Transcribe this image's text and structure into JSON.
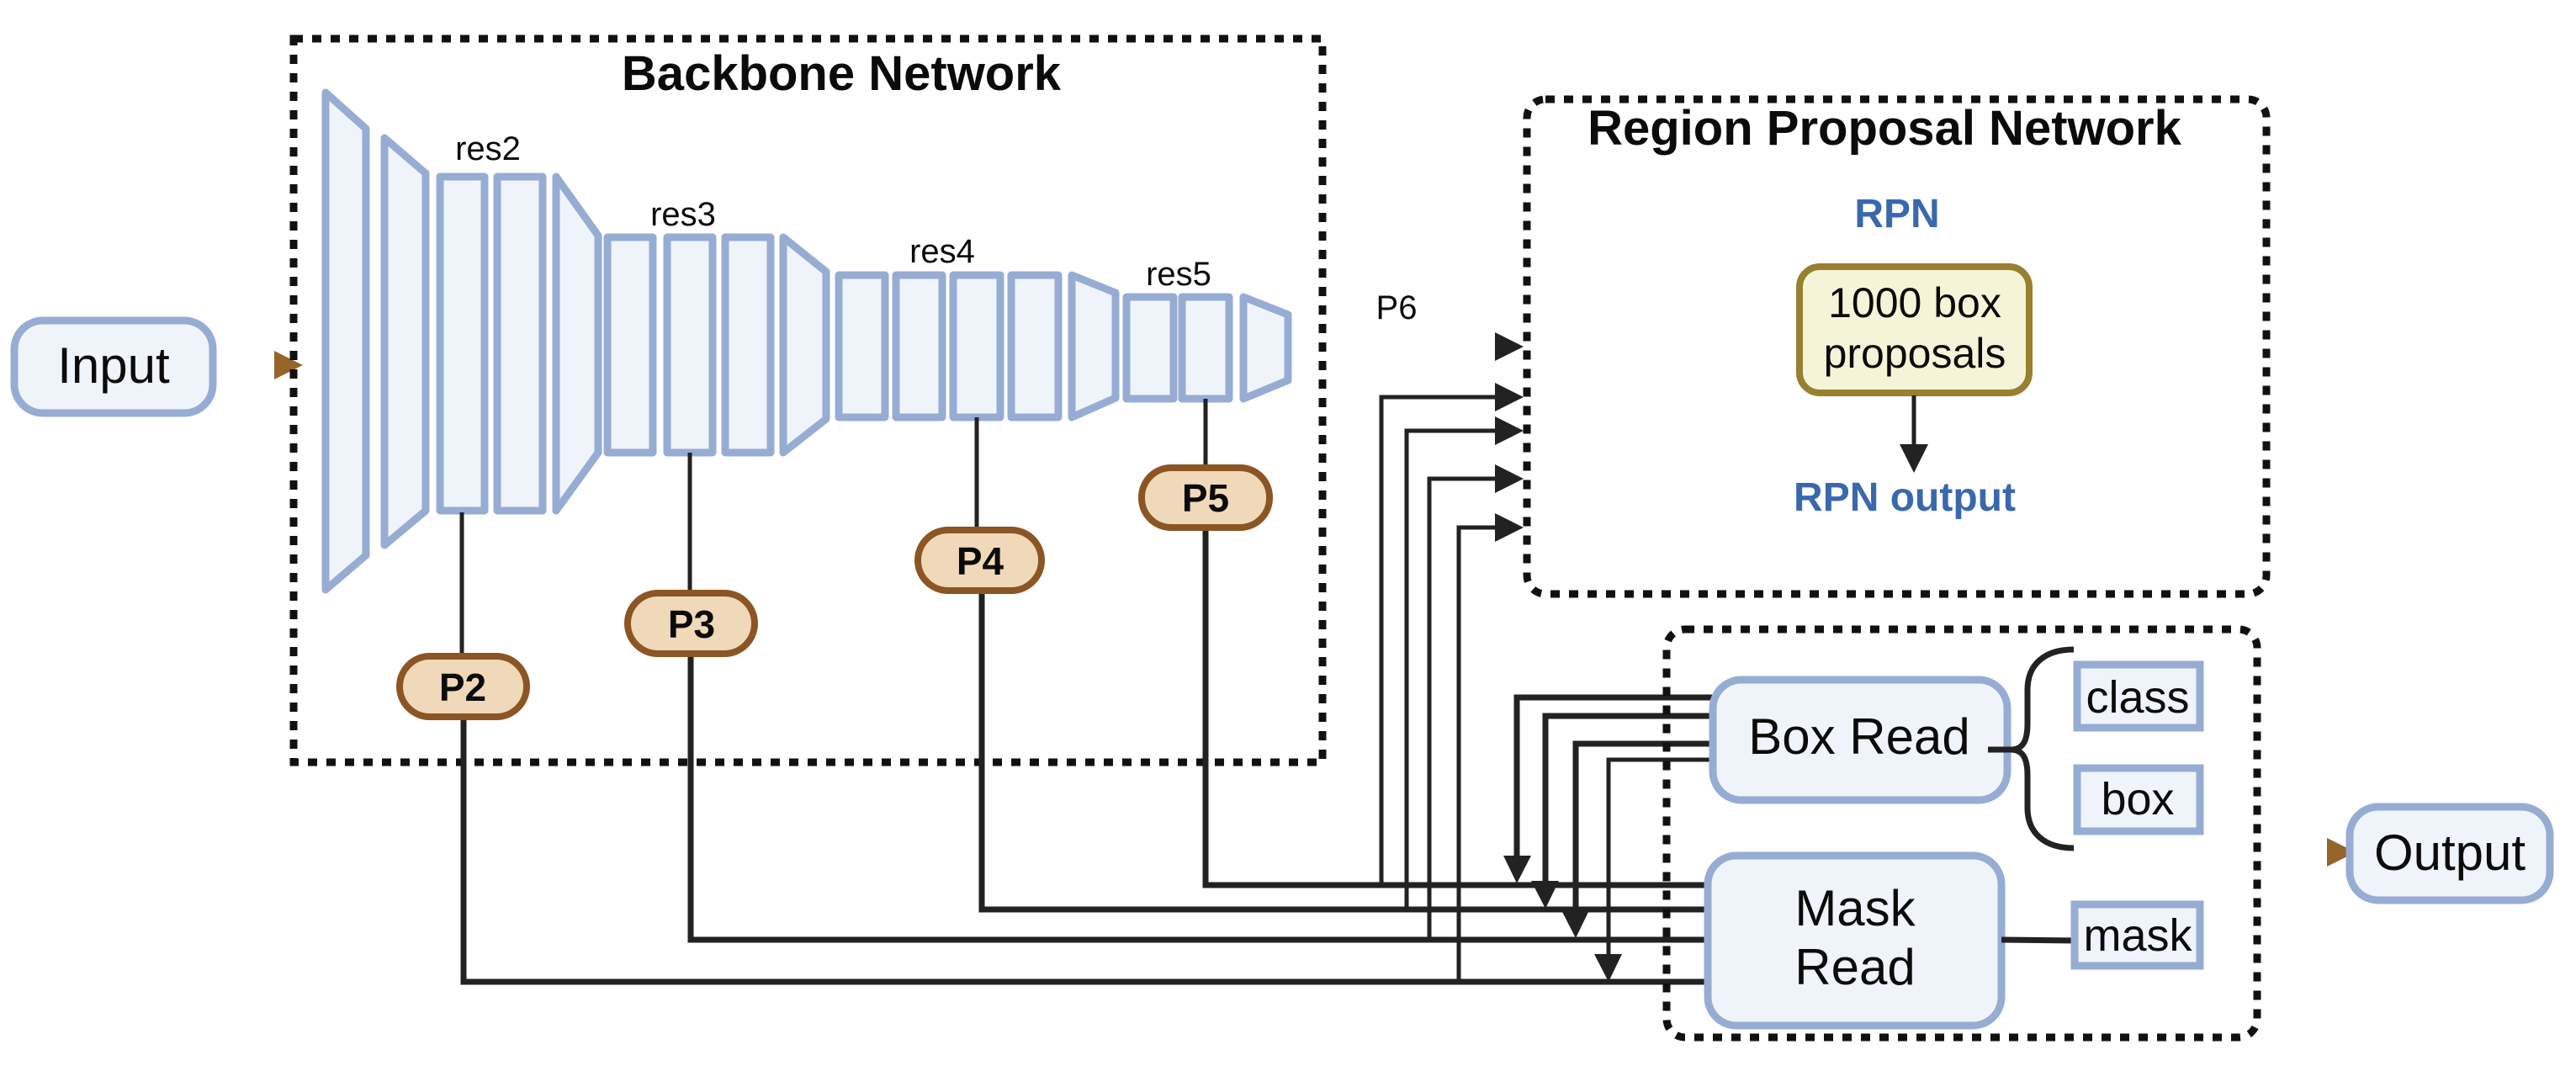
{
  "diagram": {
    "input_label": "Input",
    "output_label": "Output",
    "backbone": {
      "title": "Backbone Network",
      "stages": [
        {
          "label": "res2"
        },
        {
          "label": "res3"
        },
        {
          "label": "res4"
        },
        {
          "label": "res5"
        }
      ],
      "pyramid_levels": [
        "P2",
        "P3",
        "P4",
        "P5"
      ],
      "extra_level": "P6"
    },
    "rpn": {
      "title": "Region Proposal Network",
      "subtitle": "RPN",
      "proposals_line1": "1000 box",
      "proposals_line2": "proposals",
      "output_label": "RPN output"
    },
    "heads": {
      "box_read": "Box Read",
      "mask_read_line1": "Mask",
      "mask_read_line2": "Read",
      "outputs": {
        "class": "class",
        "box": "box",
        "mask": "mask"
      }
    },
    "colors": {
      "block_stroke": "#97acd3",
      "block_fill": "#eef4f9",
      "pill_fill": "#efd9b9",
      "pill_stroke": "#8b5524",
      "proposal_fill": "#f6f4d8",
      "proposal_stroke": "#97802f",
      "rpn_text": "#3a68ad",
      "flow_arrow": "#956529"
    }
  }
}
